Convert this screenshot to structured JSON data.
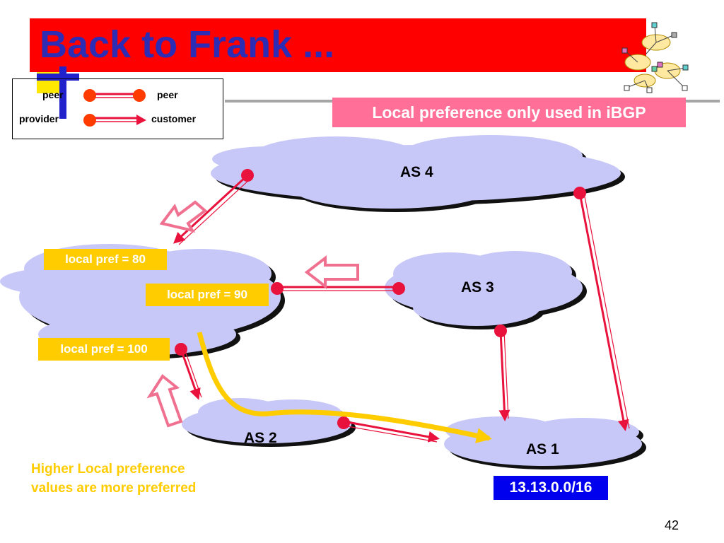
{
  "title": "Back to Frank ...",
  "legend": {
    "peer_left": "peer",
    "peer_right": "peer",
    "provider": "provider",
    "customer": "customer"
  },
  "ibgp_label": "Local preference only used in iBGP",
  "as_labels": {
    "as4": "AS 4",
    "as3": "AS 3",
    "as2": "AS 2",
    "as1": "AS 1"
  },
  "local_prefs": {
    "pref_80": "local pref = 80",
    "pref_90": "local pref = 90",
    "pref_100": "local pref = 100"
  },
  "prefix": "13.13.0.0/16",
  "note": "Higher Local preference values are more preferred",
  "page_number": "42",
  "colors": {
    "title_bar": "#ff0000",
    "title_text": "#2c2cb4",
    "cloud_fill": "#c8c8f8",
    "link_red": "#e8123c",
    "hollow_arrow": "#f07090",
    "route_path": "#ffcc00",
    "pref_box": "#ffcc00",
    "prefix_box": "#0000ee",
    "ibgp_box": "#ff6f97"
  },
  "icons": [
    "network-clouds-icon",
    "hollow-arrow-icon"
  ]
}
